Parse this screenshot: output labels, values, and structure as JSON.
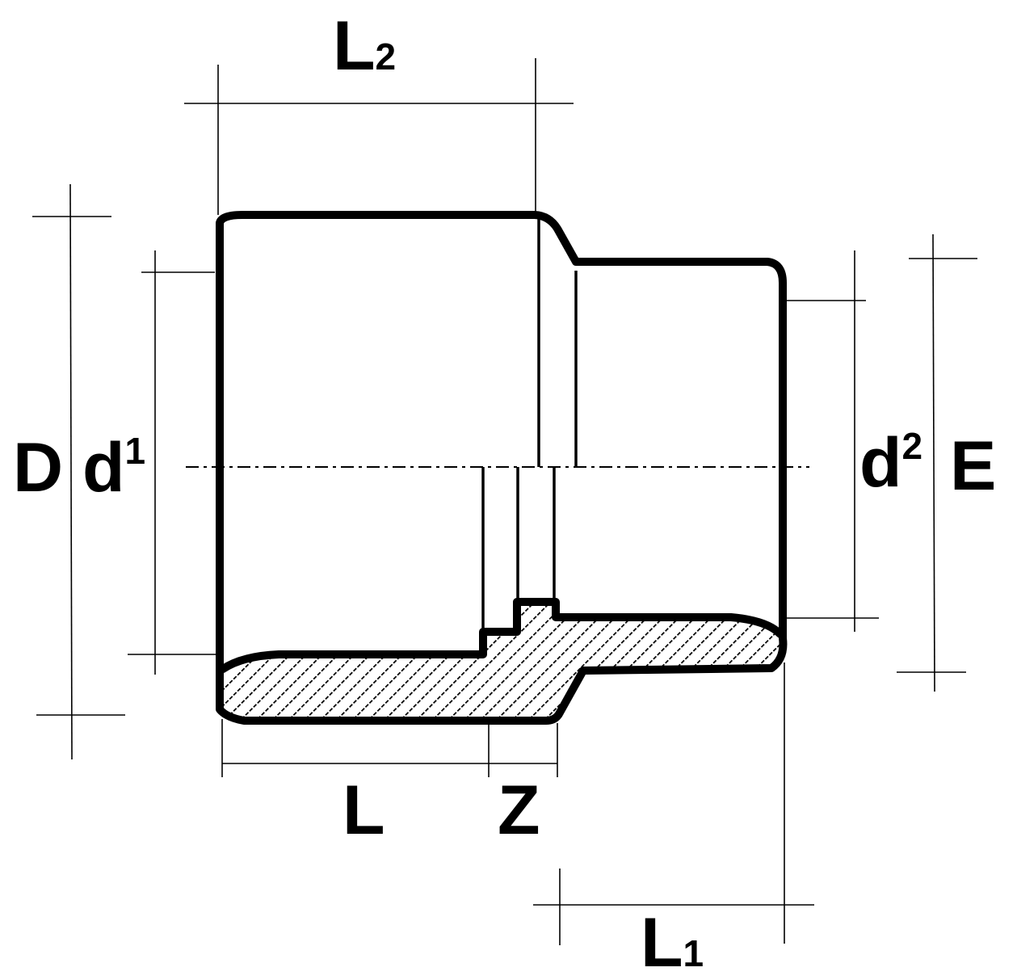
{
  "labels": {
    "top_length": {
      "main": "L",
      "sub": "2"
    },
    "outer_diameter_left": "D",
    "inner_diameter_left": {
      "main": "d",
      "sup": "1"
    },
    "inner_diameter_right": {
      "main": "d",
      "sup": "2"
    },
    "outer_diameter_right": "E",
    "socket_length": "L",
    "offset_length": "Z",
    "spigot_length": {
      "main": "L",
      "sub": "1"
    }
  }
}
